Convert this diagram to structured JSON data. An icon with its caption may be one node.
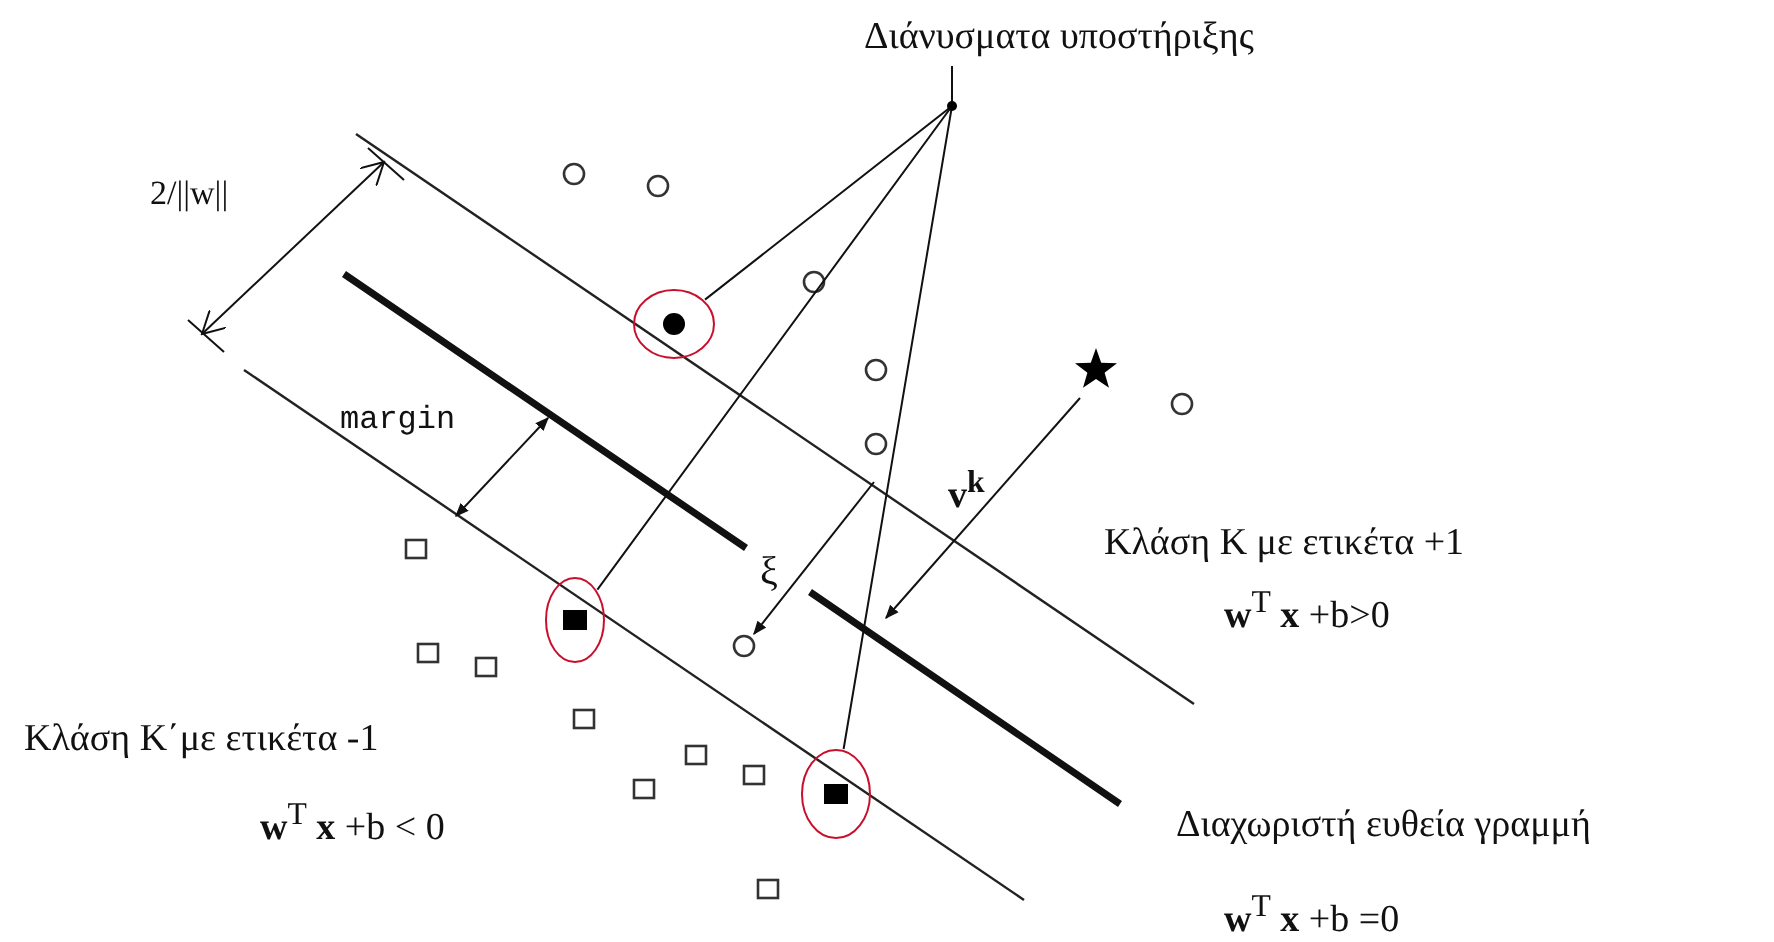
{
  "diagram": {
    "nodes": [
      {
        "text": [
          "Διάνυσματα υποστήριξης"
        ]
      },
      {
        "text": [],
        "shape": "circle"
      },
      {
        "text": [],
        "shape": "circle"
      },
      {
        "text": [],
        "shape": "circle"
      }
    ],
    "edges": [
      {
        "from": 0,
        "to": 1,
        "arrow": "none"
      },
      {
        "from": 0,
        "to": 2,
        "arrow": "none"
      },
      {
        "from": 0,
        "to": 3,
        "arrow": "none"
      }
    ],
    "labels": [
      "2/||w||",
      "margin",
      "ξ",
      "v$^{k}$",
      "Κλάση Κ με ετικέτα +1",
      "**w**$^{T}$ **x** +b>0",
      "Κλάση Κ΄με ετικέτα -1",
      "**w**$^{T}$ **x** +b < 0",
      "Διαχωριστή ευθεία γραμμή",
      "**w**$^{T}$ **x** +b =0"
    ]
  }
}
